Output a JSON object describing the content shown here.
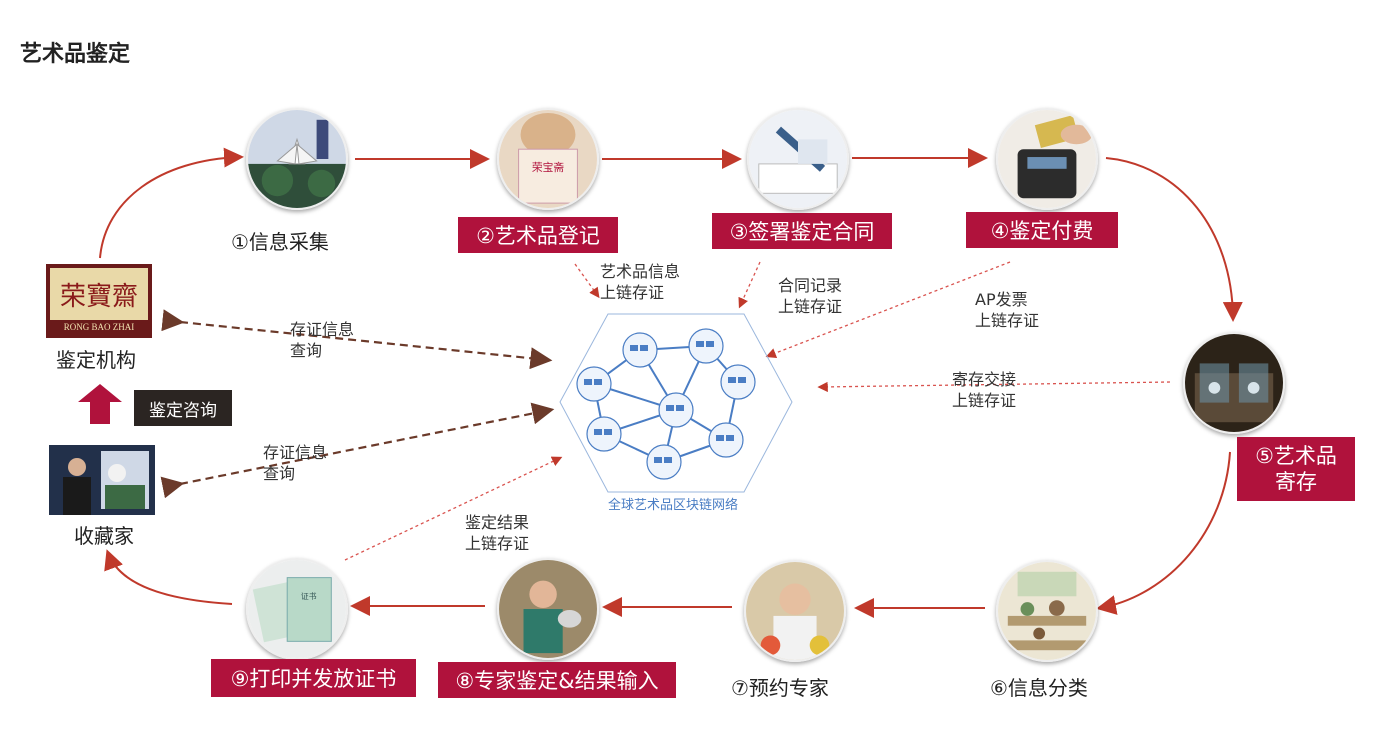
{
  "page": {
    "title": "艺术品鉴定"
  },
  "steps": {
    "s1": "①信息采集",
    "s2": "②艺术品登记",
    "s3": "③签署鉴定合同",
    "s4": "④鉴定付费",
    "s5_line1": "⑤艺术品",
    "s5_line2": "寄存",
    "s6": "⑥信息分类",
    "s7": "⑦预约专家",
    "s8": "⑧专家鉴定&结果输入",
    "s9": "⑨打印并发放证书"
  },
  "left": {
    "institution": "鉴定机构",
    "collector": "收藏家",
    "consult": "鉴定咨询",
    "logo_text": "RONG BAO ZHAI",
    "logo_chars": "荣寶齋"
  },
  "notes": {
    "n_art_1": "艺术品信息",
    "n_art_2": "上链存证",
    "n_contract_1": "合同记录",
    "n_contract_2": "上链存证",
    "n_invoice_1": "AP发票",
    "n_invoice_2": "上链存证",
    "n_deposit_1": "寄存交接",
    "n_deposit_2": "上链存证",
    "n_result_1": "鉴定结果",
    "n_result_2": "上链存证",
    "n_query_a_1": "存证信息",
    "n_query_a_2": "查询",
    "n_query_b_1": "存证信息",
    "n_query_b_2": "查询"
  },
  "network": {
    "label": "全球艺术品区块链网络"
  },
  "colors": {
    "accent": "#b0123c",
    "arrow": "#c0392b",
    "dashed_query": "#6b3a2a",
    "network": "#4a7dc4"
  }
}
